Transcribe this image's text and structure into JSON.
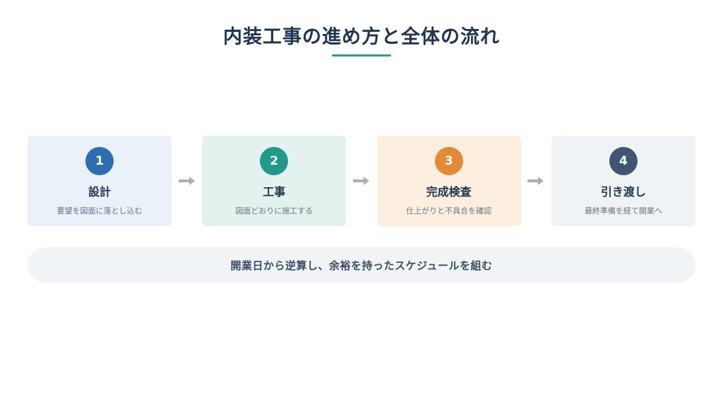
{
  "title": "内装工事の進め方と全体の流れ",
  "steps": [
    {
      "number": "1",
      "title": "設計",
      "desc": "要望を図面に落とし込む",
      "bg": "#eaf1f9",
      "circle": "#2f6db3"
    },
    {
      "number": "2",
      "title": "工事",
      "desc": "図面どおりに施工する",
      "bg": "#e3f2ef",
      "circle": "#22998a"
    },
    {
      "number": "3",
      "title": "完成検査",
      "desc": "仕上がりと不具合を確認",
      "bg": "#fcefdf",
      "circle": "#e38a37"
    },
    {
      "number": "4",
      "title": "引き渡し",
      "desc": "最終準備を経て開業へ",
      "bg": "#f0f3f6",
      "circle": "#3e5674"
    }
  ],
  "banner": "開業日から逆算し、余裕を持ったスケジュールを組む",
  "colors": {
    "title": "#1f3550",
    "accent": "#2a9d8f",
    "arrow": "#a7b0bb"
  }
}
